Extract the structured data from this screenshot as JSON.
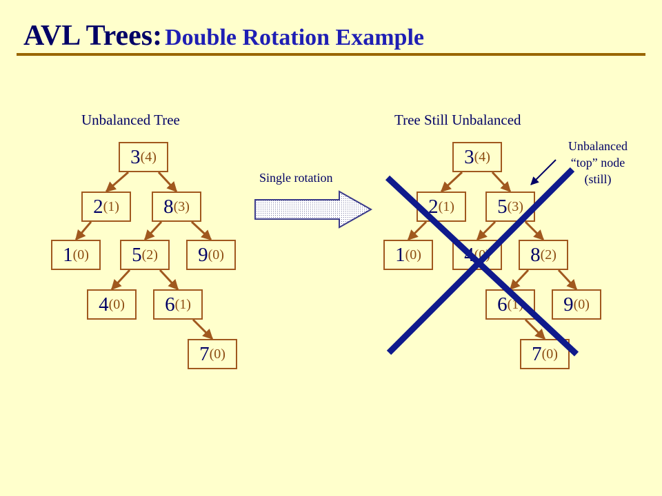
{
  "title": {
    "main": "AVL Trees:",
    "sub": "Double Rotation Example"
  },
  "left_tree": {
    "caption": "Unbalanced Tree",
    "nodes": [
      {
        "id": "L3",
        "key": "3",
        "bal": "(4)"
      },
      {
        "id": "L2",
        "key": "2",
        "bal": "(1)"
      },
      {
        "id": "L8",
        "key": "8",
        "bal": "(3)"
      },
      {
        "id": "L1",
        "key": "1",
        "bal": "(0)"
      },
      {
        "id": "L5",
        "key": "5",
        "bal": "(2)"
      },
      {
        "id": "L9",
        "key": "9",
        "bal": "(0)"
      },
      {
        "id": "L4",
        "key": "4",
        "bal": "(0)"
      },
      {
        "id": "L6",
        "key": "6",
        "bal": "(1)"
      },
      {
        "id": "L7",
        "key": "7",
        "bal": "(0)"
      }
    ],
    "edges": [
      [
        "L3",
        "L2"
      ],
      [
        "L3",
        "L8"
      ],
      [
        "L2",
        "L1"
      ],
      [
        "L8",
        "L5"
      ],
      [
        "L8",
        "L9"
      ],
      [
        "L5",
        "L4"
      ],
      [
        "L5",
        "L6"
      ],
      [
        "L6",
        "L7"
      ]
    ]
  },
  "arrow": {
    "label": "Single rotation"
  },
  "right_tree": {
    "caption": "Tree Still Unbalanced",
    "nodes": [
      {
        "id": "R3",
        "key": "3",
        "bal": "(4)"
      },
      {
        "id": "R2",
        "key": "2",
        "bal": "(1)"
      },
      {
        "id": "R5",
        "key": "5",
        "bal": "(3)"
      },
      {
        "id": "R1",
        "key": "1",
        "bal": "(0)"
      },
      {
        "id": "R4",
        "key": "4",
        "bal": "(0)"
      },
      {
        "id": "R8",
        "key": "8",
        "bal": "(2)"
      },
      {
        "id": "R6",
        "key": "6",
        "bal": "(1)"
      },
      {
        "id": "R9",
        "key": "9",
        "bal": "(0)"
      },
      {
        "id": "R7",
        "key": "7",
        "bal": "(0)"
      }
    ],
    "edges": [
      [
        "R3",
        "R2"
      ],
      [
        "R3",
        "R5"
      ],
      [
        "R2",
        "R1"
      ],
      [
        "R5",
        "R4"
      ],
      [
        "R5",
        "R8"
      ],
      [
        "R8",
        "R6"
      ],
      [
        "R8",
        "R9"
      ],
      [
        "R6",
        "R7"
      ]
    ]
  },
  "annotation": {
    "line1": "Unbalanced",
    "line2": "“top” node",
    "line3": "(still)"
  },
  "colors": {
    "background": "#FFFFCC",
    "title": "#000066",
    "rule": "#996600",
    "edge": "#A0581E",
    "cross": "#0F1A8C"
  }
}
